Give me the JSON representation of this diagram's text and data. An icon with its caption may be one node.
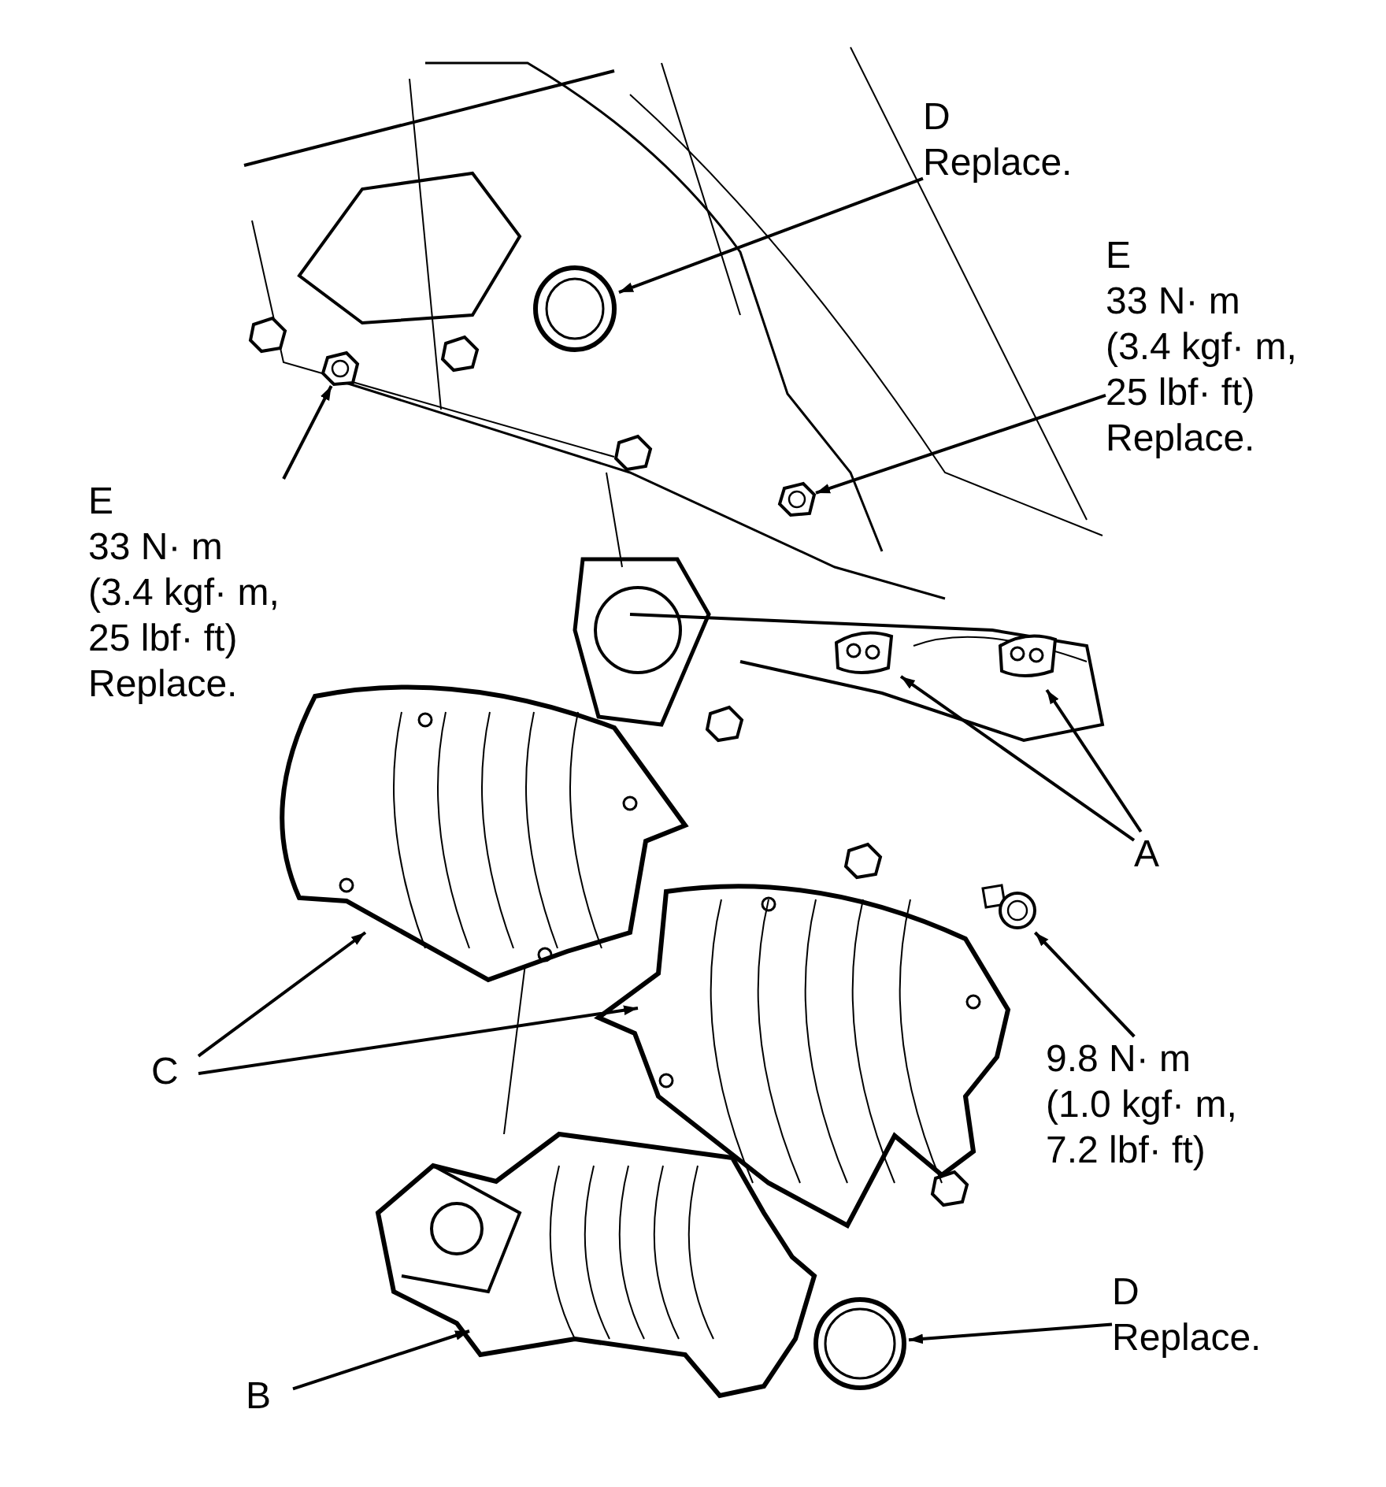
{
  "diagram": {
    "nodes": [
      {
        "text": [
          "D",
          "Replace."
        ]
      },
      {
        "text": [],
        "shape": "picture"
      },
      {
        "text": [
          "E",
          "33 N· m",
          "(3.4 kgf· m,",
          "25 lbf· ft)",
          "Replace."
        ]
      },
      {
        "text": [],
        "shape": "picture"
      },
      {
        "text": [
          "E",
          "33 N· m",
          "(3.4 kgf· m,",
          "25 lbf· ft)",
          "Replace."
        ]
      },
      {
        "text": [],
        "shape": "picture"
      },
      {
        "text": [
          "A"
        ]
      },
      {
        "text": [],
        "shape": "picture"
      },
      {
        "text": [],
        "shape": "picture"
      },
      {
        "text": [
          "C"
        ]
      },
      {
        "text": [],
        "shape": "picture"
      },
      {
        "text": [],
        "shape": "picture"
      },
      {
        "text": [],
        "shape": "picture"
      },
      {
        "text": [
          "9.8 N· m",
          "(1.0 kgf· m,",
          "7.2 lbf· ft)"
        ]
      },
      {
        "text": [
          "B"
        ]
      },
      {
        "text": [],
        "shape": "picture"
      },
      {
        "text": [],
        "shape": "picture"
      },
      {
        "text": [
          "D",
          "Replace."
        ]
      }
    ],
    "edges": [
      {
        "from": 0,
        "to": 1,
        "arrow": "to"
      },
      {
        "from": 2,
        "to": 3,
        "arrow": "to"
      },
      {
        "from": 4,
        "to": 5,
        "arrow": "to"
      },
      {
        "from": 6,
        "to": 7,
        "arrow": "to"
      },
      {
        "from": 6,
        "to": 8,
        "arrow": "to"
      },
      {
        "from": 9,
        "to": 10,
        "arrow": "to"
      },
      {
        "from": 9,
        "to": 11,
        "arrow": "to"
      },
      {
        "from": 13,
        "to": 12,
        "arrow": "to"
      },
      {
        "from": 14,
        "to": 15,
        "arrow": "to"
      },
      {
        "from": 17,
        "to": 16,
        "arrow": "to"
      }
    ]
  }
}
